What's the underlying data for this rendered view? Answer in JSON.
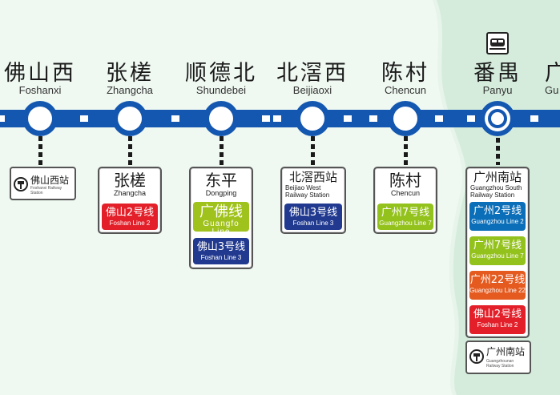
{
  "colors": {
    "line_blue": "#1457b0",
    "background_green": "#d5ecdc",
    "guangfo": "#a0c21c",
    "foshan2": "#e3202a",
    "foshan3": "#213a90",
    "guangzhou2": "#0b6eb8",
    "guangzhou7": "#94c21d",
    "guangzhou22": "#e45a1f"
  },
  "stations": [
    {
      "zh": "佛山西",
      "en": "Foshanxi"
    },
    {
      "zh": "张槎",
      "en": "Zhangcha"
    },
    {
      "zh": "顺德北",
      "en": "Shundebei"
    },
    {
      "zh": "北滘西",
      "en": "Beijiaoxi"
    },
    {
      "zh": "陈村",
      "en": "Chencun"
    },
    {
      "zh": "番禺",
      "en": "Panyu"
    }
  ],
  "next_station_partial": {
    "zh": "广",
    "en": "Gu"
  },
  "rail_stations": {
    "foshanxi": {
      "zh": "佛山西站",
      "en": "Foshanxi Railway Station"
    },
    "guangzhounan": {
      "zh": "广州南站",
      "en": "Guangzhounan Railway Station"
    }
  },
  "transfers": {
    "zhangcha": {
      "zh": "张槎",
      "en": "Zhangcha",
      "lines": [
        {
          "zh": "佛山2号线",
          "en": "Foshan Line 2",
          "color": "#e3202a"
        }
      ]
    },
    "dongping": {
      "zh": "东平",
      "en": "Dongping",
      "lines": [
        {
          "zh": "广佛线",
          "en": "Guangfo Line",
          "color": "#a0c21c"
        },
        {
          "zh": "佛山3号线",
          "en": "Foshan Line 3",
          "color": "#213a90"
        }
      ]
    },
    "beijiaoxi": {
      "zh": "北滘西站",
      "en1": "Beijiao West",
      "en2": "Railway Station",
      "lines": [
        {
          "zh": "佛山3号线",
          "en": "Foshan Line 3",
          "color": "#213a90"
        }
      ]
    },
    "chencun": {
      "zh": "陈村",
      "en": "Chencun",
      "lines": [
        {
          "zh": "广州7号线",
          "en": "Guangzhou Line 7",
          "color": "#94c21d"
        }
      ]
    },
    "guangzhounan": {
      "zh": "广州南站",
      "en1": "Guangzhou South",
      "en2": "Railway Station",
      "lines": [
        {
          "zh": "广州2号线",
          "en": "Guangzhou Line 2",
          "color": "#0b6eb8"
        },
        {
          "zh": "广州7号线",
          "en": "Guangzhou Line 7",
          "color": "#94c21d"
        },
        {
          "zh": "广州22号线",
          "en": "Guangzhou Line 22",
          "color": "#e45a1f"
        },
        {
          "zh": "佛山2号线",
          "en": "Foshan Line 2",
          "color": "#e3202a"
        }
      ]
    }
  }
}
